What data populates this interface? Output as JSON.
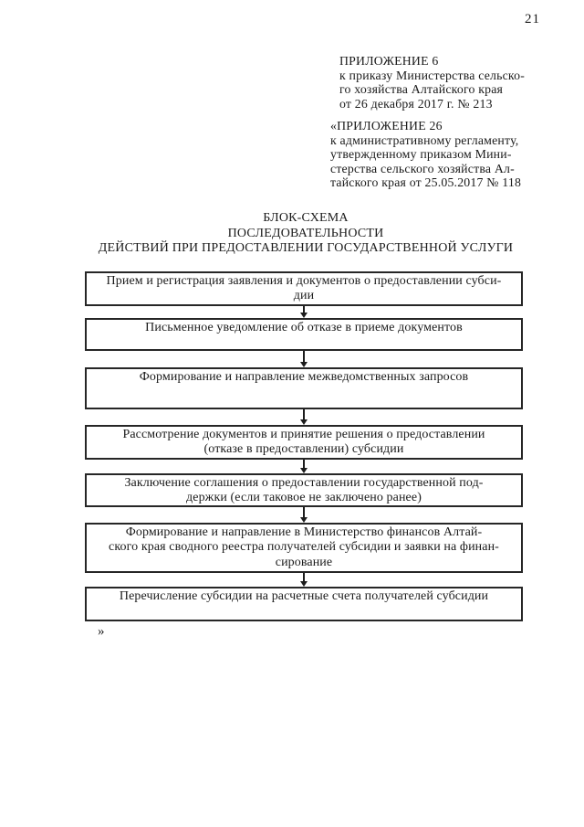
{
  "page": {
    "number": "21",
    "closing_mark": "»"
  },
  "header": {
    "appendix1": {
      "text": "ПРИЛОЖЕНИЕ 6\nк приказу Министерства сельско-\nго хозяйства Алтайского края\nот 26 декабря 2017 г. № 213"
    },
    "appendix2": {
      "text": "«ПРИЛОЖЕНИЕ 26\nк административному регламенту,\nутвержденному приказом Мини-\nстерства сельского хозяйства Ал-\nтайского края от 25.05.2017 № 118"
    }
  },
  "title": {
    "text": "БЛОК-СХЕМА\nПОСЛЕДОВАТЕЛЬНОСТИ\nДЕЙСТВИЙ ПРИ ПРЕДОСТАВЛЕНИИ ГОСУДАРСТВЕННОЙ УСЛУГИ"
  },
  "flowchart": {
    "steps": [
      {
        "text": "Прием и регистрация заявления и документов о предоставлении субси-\nдии"
      },
      {
        "text": "Письменное уведомление об отказе в приеме документов"
      },
      {
        "text": "Формирование и направление межведомственных запросов"
      },
      {
        "text": "Рассмотрение документов и принятие решения о предоставлении\n(отказе в предоставлении) субсидии"
      },
      {
        "text": "Заключение соглашения о предоставлении государственной под-\nдержки (если таковое не заключено ранее)"
      },
      {
        "text": "Формирование и направление в Министерство финансов Алтай-\nского края сводного реестра получателей субсидии и заявки на финан-\nсирование"
      },
      {
        "text": "Перечисление субсидии на расчетные счета получателей субсидии"
      }
    ]
  },
  "colors": {
    "ink": "#1b1b1b",
    "box_border": "#262626",
    "background": "#ffffff"
  }
}
